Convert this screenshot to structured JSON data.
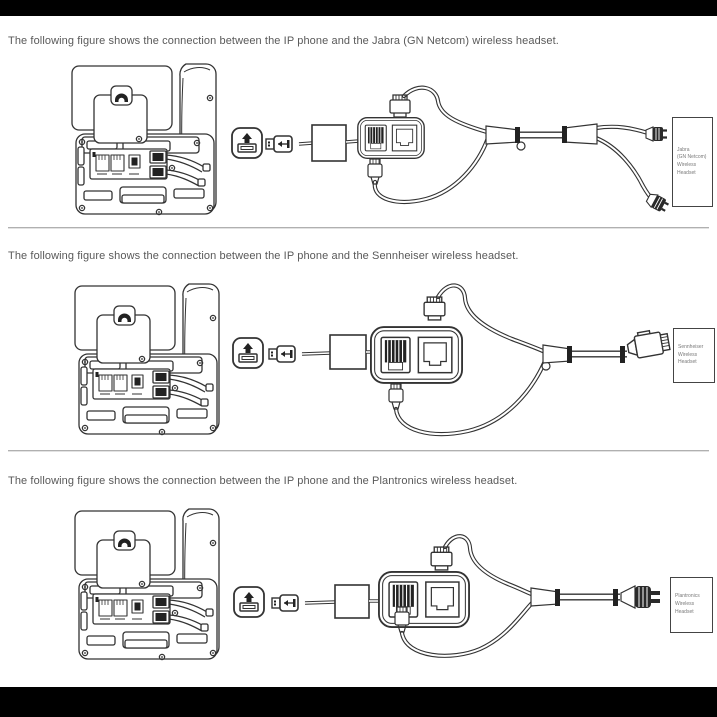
{
  "page": {
    "background": "#ffffff",
    "letterbox_bar_color": "#000000",
    "text_color": "#595959",
    "divider_color": "#b0b0b0"
  },
  "icons": {
    "usb_port": "usb-port-icon",
    "usb_plug": "usb-plug-icon",
    "handset_hook": "handset-hook-icon"
  },
  "sections": [
    {
      "caption": "The following figure shows the connection between the IP phone and the Jabra (GN Netcom) wireless headset.",
      "headset_label": {
        "lines": [
          "Jabra",
          "(GN Netcom)",
          "Wireless",
          "Headset"
        ]
      }
    },
    {
      "caption": "The following figure shows the connection between the IP phone and the Sennheiser wireless headset.",
      "headset_label": {
        "lines": [
          "Sennheiser",
          "Wireless",
          "Headset"
        ]
      }
    },
    {
      "caption": "The following figure shows the connection between the IP phone and the Plantronics wireless headset.",
      "headset_label": {
        "lines": [
          "Plantronics",
          "Wireless",
          "Headset"
        ]
      }
    }
  ]
}
